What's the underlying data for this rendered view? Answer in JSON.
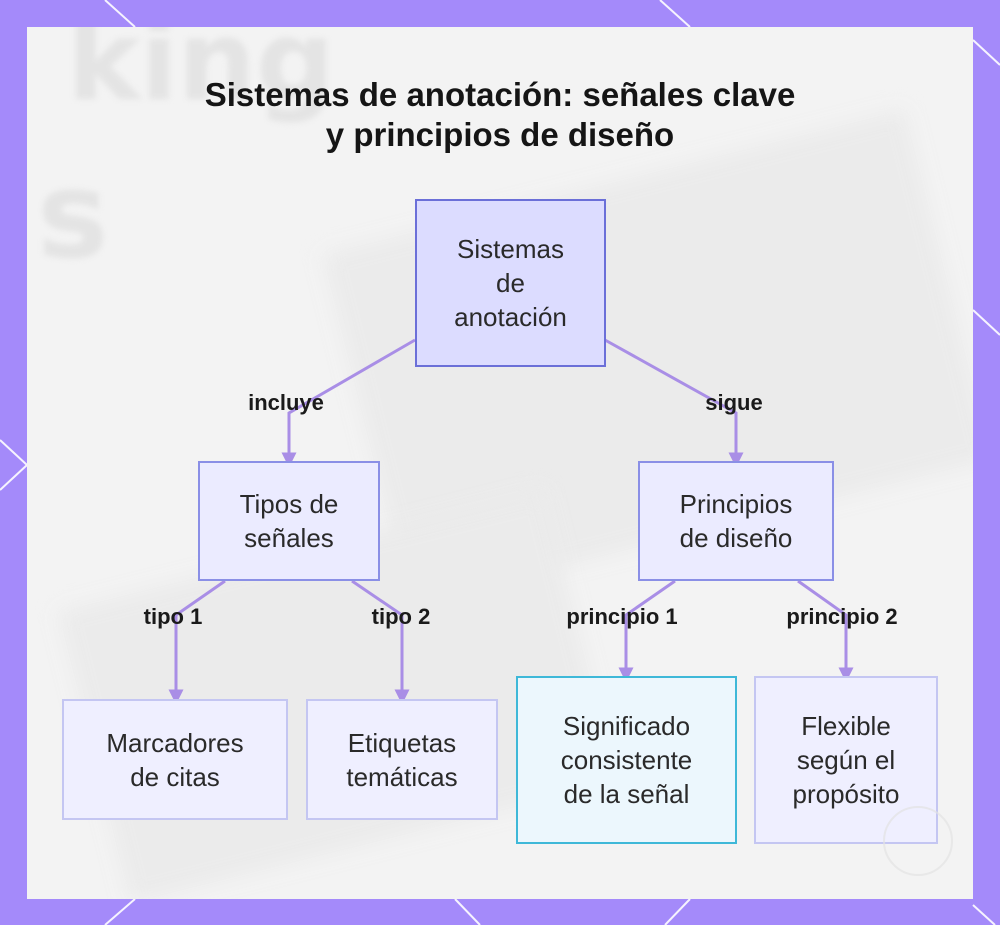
{
  "title": "Sistemas de anotación: señales clave\ny principios de diseño",
  "colors": {
    "frame": "#a48afa",
    "connector": "#a98ee6",
    "root_fill": "#dcdcff",
    "highlight_border": "#3eb8d8"
  },
  "nodes": {
    "root": "Sistemas\nde\nanotación",
    "signal_types": "Tipos de\nseñales",
    "design_principles": "Principios\nde diseño",
    "citation_markers": "Marcadores\nde citas",
    "thematic_tags": "Etiquetas\ntemáticas",
    "consistent_meaning": "Significado\nconsistente\nde la señal",
    "flexible_purpose": "Flexible\nsegún el\npropósito"
  },
  "edges": {
    "includes": "incluye",
    "follows": "sigue",
    "type1": "tipo 1",
    "type2": "tipo 2",
    "principle1": "principio 1",
    "principle2": "principio 2"
  },
  "background_text": [
    "king",
    "s"
  ]
}
